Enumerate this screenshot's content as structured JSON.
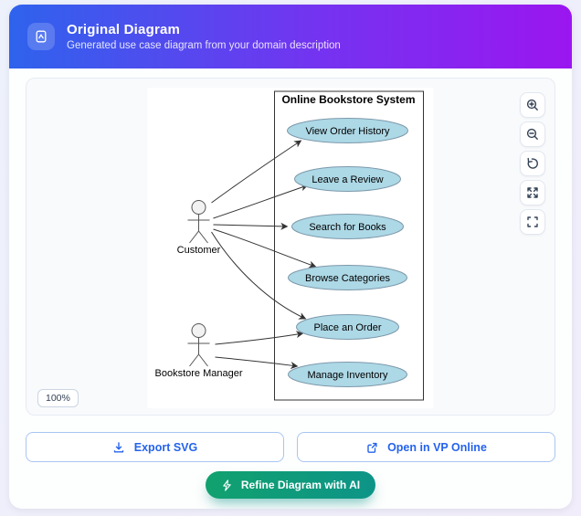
{
  "header": {
    "title": "Original Diagram",
    "subtitle": "Generated use case diagram from your domain description",
    "icon": "diagram-icon"
  },
  "canvas": {
    "zoom_level": "100%",
    "toolbar": [
      {
        "name": "zoom-in",
        "icon": "magnifier-plus-icon"
      },
      {
        "name": "zoom-out",
        "icon": "magnifier-minus-icon"
      },
      {
        "name": "reset-view",
        "icon": "rotate-ccw-icon"
      },
      {
        "name": "expand",
        "icon": "arrows-out-icon"
      },
      {
        "name": "fit-screen",
        "icon": "corner-brackets-icon"
      }
    ]
  },
  "diagram": {
    "type": "use_case_diagram",
    "system_title": "Online Bookstore System",
    "use_cases": [
      "View Order History",
      "Leave a Review",
      "Search for Books",
      "Browse Categories",
      "Place an Order",
      "Manage Inventory"
    ],
    "actors": [
      "Customer",
      "Bookstore Manager"
    ],
    "associations": [
      {
        "actor": "Customer",
        "use_cases": [
          "View Order History",
          "Leave a Review",
          "Search for Books",
          "Browse Categories",
          "Place an Order"
        ]
      },
      {
        "actor": "Bookstore Manager",
        "use_cases": [
          "Place an Order",
          "Manage Inventory"
        ]
      }
    ]
  },
  "actions": {
    "export_svg": "Export SVG",
    "open_vp": "Open in VP Online",
    "refine": "Refine Diagram with AI"
  },
  "colors": {
    "header_gradient_start": "#2e63ed",
    "header_gradient_end": "#9b16f0",
    "accent_blue": "#2563eb",
    "usecase_fill": "#add8e6",
    "usecase_stroke": "#7d99ab",
    "connector": "#333333",
    "refine_gradient_start": "#11a16e",
    "refine_gradient_end": "#0d9488",
    "panel_bg": "#f8fafc"
  }
}
